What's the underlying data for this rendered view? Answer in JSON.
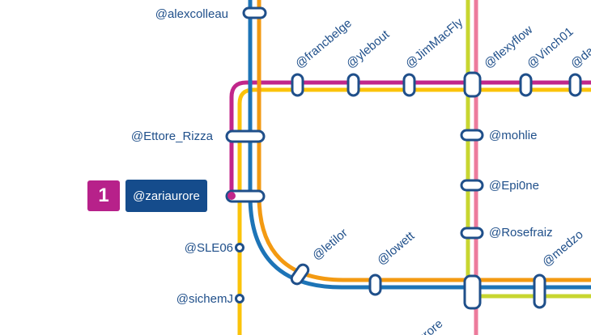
{
  "colors": {
    "blue": "#1d74b7",
    "orange": "#f39a12",
    "yellow": "#fbc30a",
    "magenta": "#c1268a",
    "lime": "#c8d630",
    "pink": "#ec7b9c",
    "navy": "#1f4f8a",
    "badge_magenta": "#b7218a",
    "badge_navy": "#154c8c"
  },
  "highlight": {
    "line_number": "1",
    "station": "@zariaurore"
  },
  "stations": {
    "alexcolleau": "@alexcolleau",
    "francbelge": "@francbelge",
    "ylebout": "@ylebout",
    "jimmacfly": "@JimMacFly",
    "flexyflow": "@flexyflow",
    "vinch01": "@Vinch01",
    "da": "@da",
    "ettore_rizza": "@Ettore_Rizza",
    "mohlie": "@mohlie",
    "epi0ne": "@Epi0ne",
    "rosefraiz": "@Rosefraiz",
    "sle06": "@SLE06",
    "sichemj": "@sichemJ",
    "letilor": "@letilor",
    "lowett": "@lowett",
    "medzo": "@medzo",
    "urore": "urore"
  }
}
